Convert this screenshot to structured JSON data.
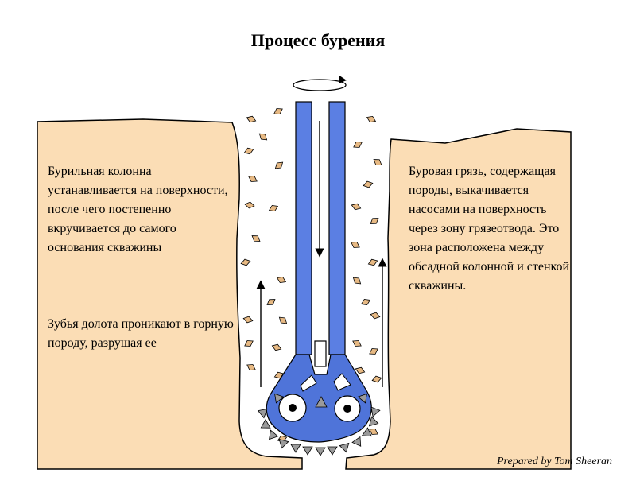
{
  "title": "Процесс бурения",
  "left_text_1": "Бурильная колонна устанавливается на поверхности, после чего постепенно вкручивается до самого основания скважины",
  "left_text_2": "Зубья долота проникают в горную породу, разрушая ее",
  "right_text": "Буровая грязь, содержащая породы, выкачивается насосами на поверхность через зону грязеотвода. Это зона расположена между обсадной колонной и стенкой скважины.",
  "credit": "Prepared by Tom Sheeran",
  "colors": {
    "ground": "#FBDDB5",
    "rock_fragment": "#E7B983",
    "drill": "#5B7FE3",
    "bit": "#4F74D9",
    "tooth": "#9A9A9A",
    "outline": "#000000",
    "page": "#FFFFFF"
  }
}
